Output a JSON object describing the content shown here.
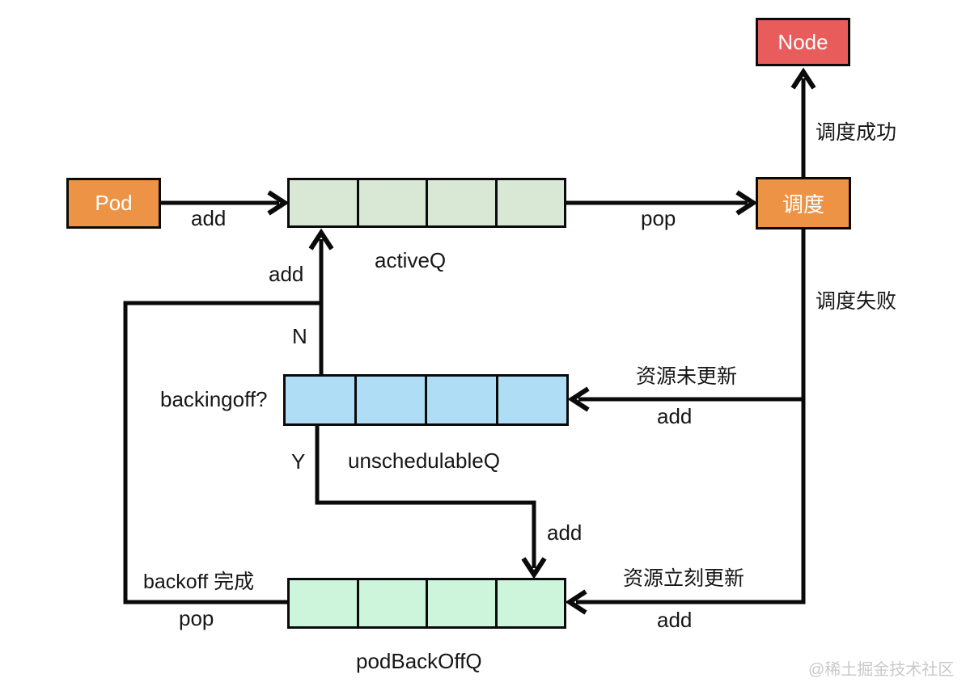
{
  "boxes": {
    "pod": "Pod",
    "scheduler": "调度",
    "node": "Node"
  },
  "queues": {
    "active": {
      "name": "activeQ",
      "cells": 4
    },
    "unschedulable": {
      "name": "unschedulableQ",
      "cells": 4
    },
    "pod_backoff": {
      "name": "podBackOffQ",
      "cells": 4
    }
  },
  "edge_labels": {
    "pod_add": "add",
    "pop": "pop",
    "schedule_success": "调度成功",
    "schedule_failure": "调度失败",
    "resource_not_updated": "资源未更新",
    "resource_not_updated_add": "add",
    "resource_updated_now": "资源立刻更新",
    "resource_updated_now_add": "add",
    "backingoff_question": "backingoff?",
    "branch_no": "N",
    "branch_no_add": "add",
    "branch_yes": "Y",
    "branch_yes_add": "add",
    "backoff_done": "backoff 完成",
    "backoff_pop": "pop"
  },
  "watermark": "@稀土掘金技术社区",
  "colors": {
    "node_fill": "#e85c5c",
    "orange_fill": "#ec9346",
    "activeq_fill": "#d9e8d4",
    "unschedulableq_fill": "#aeddf5",
    "podbackoffq_fill": "#ccf5dc",
    "line": "#0a0a0a",
    "watermark": "#c9c9c9"
  }
}
